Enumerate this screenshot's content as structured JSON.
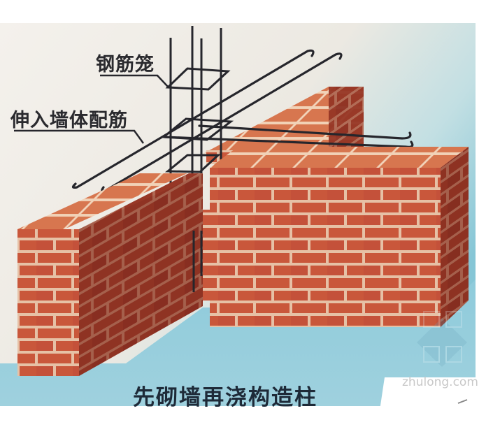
{
  "labels": {
    "rebar_cage": "钢筋笼",
    "wall_tie_bars": "伸入墙体配筋",
    "caption": "先砌墙再浇构造柱"
  },
  "watermark": {
    "text": "zhulong.com"
  },
  "colors": {
    "background_light": "#f3efe9",
    "background_blue": "#7fc3d6",
    "brick_face": "#c8553a",
    "brick_side": "#9a3a2a",
    "brick_top": "#d9785a",
    "mortar": "#e8c3a8",
    "rebar": "#2a2a30",
    "text": "#2a2a2e"
  }
}
